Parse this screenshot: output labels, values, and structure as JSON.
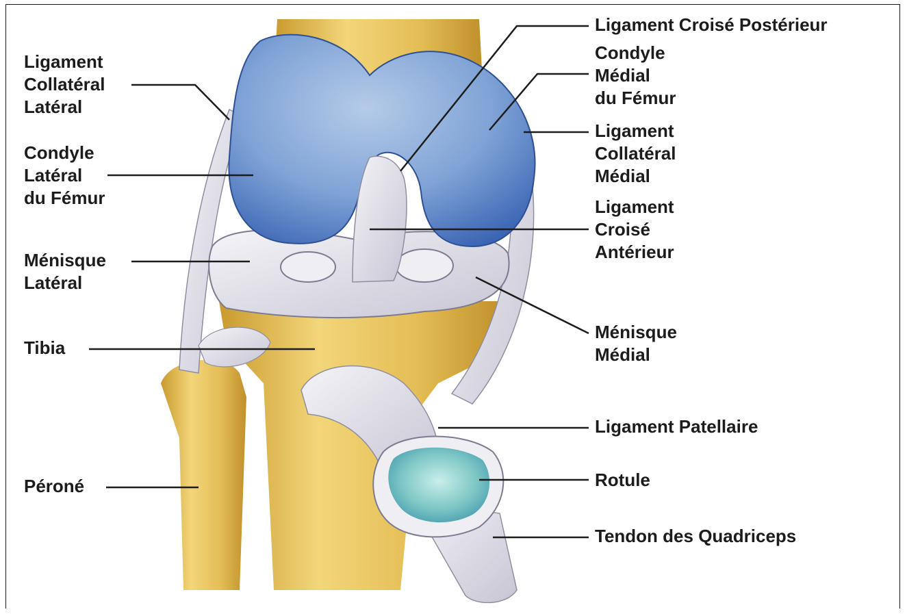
{
  "labels": {
    "lcl": "Ligament\nCollatéral\nLatéral",
    "clf": "Condyle\nLatéral\ndu Fémur",
    "ml": "Ménisque\nLatéral",
    "tibia": "Tibia",
    "perone": "Péroné",
    "lcp": "Ligament Croisé Postérieur",
    "cmf": "Condyle\nMédial\ndu Fémur",
    "lcm": "Ligament\nCollatéral\nMédial",
    "lca": "Ligament\nCroisé\nAntérieur",
    "mm": "Ménisque\nMédial",
    "lp": "Ligament Patellaire",
    "rotule": "Rotule",
    "tq": "Tendon des Quadriceps"
  },
  "colors": {
    "bone": "#e6c15d",
    "bone_dark": "#c99a2e",
    "cartilage": "#6f97cf",
    "cartilage_dark": "#3a63b3",
    "ligament": "#dedde6",
    "patella": "#7fc8c6",
    "leader": "#1c1c1c"
  }
}
